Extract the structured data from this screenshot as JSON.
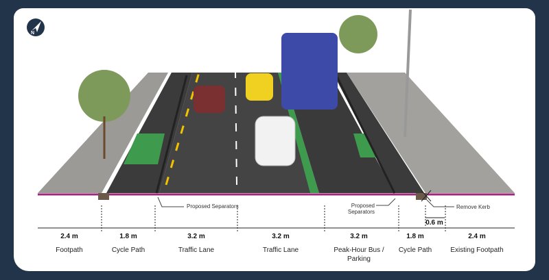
{
  "diagram": {
    "north_icon": "compass-north-icon",
    "annotations": {
      "separators_left": "Proposed Separators",
      "separators_right": "Proposed Separators",
      "remove_kerb": "Remove Kerb",
      "kerb_width": "0.6 m"
    },
    "sections": [
      {
        "width": "2.4 m",
        "label": "Footpath"
      },
      {
        "width": "1.8 m",
        "label": "Cycle Path"
      },
      {
        "width": "3.2 m",
        "label": "Traffic Lane"
      },
      {
        "width": "3.2 m",
        "label": "Traffic Lane"
      },
      {
        "width": "3.2 m",
        "label": "Peak-Hour Bus / Parking"
      },
      {
        "width": "1.8 m",
        "label": "Cycle Path"
      },
      {
        "width": "2.4 m",
        "label": "Existing Footpath"
      }
    ],
    "colors": {
      "background": "#22344a",
      "cycle_green": "#3e9a4c",
      "edge": "#a0287a"
    }
  }
}
